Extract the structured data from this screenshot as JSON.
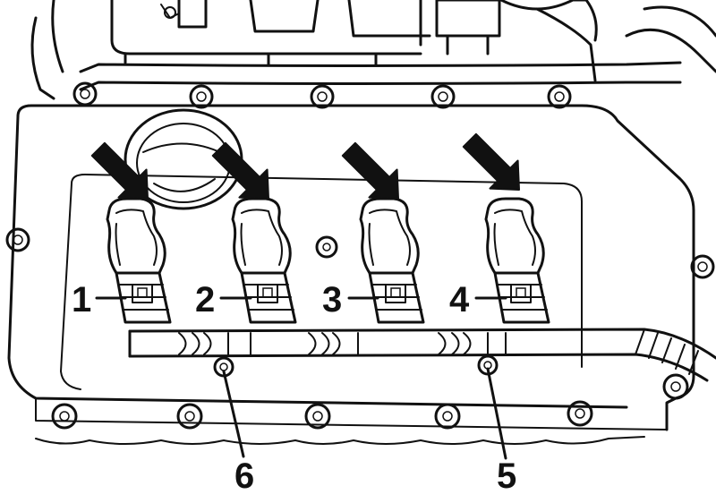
{
  "callouts": {
    "coil_1": "1",
    "coil_2": "2",
    "coil_3": "3",
    "coil_4": "4",
    "bolt_5": "5",
    "bolt_6": "6"
  },
  "colors": {
    "line": "#111111",
    "background": "#ffffff"
  }
}
